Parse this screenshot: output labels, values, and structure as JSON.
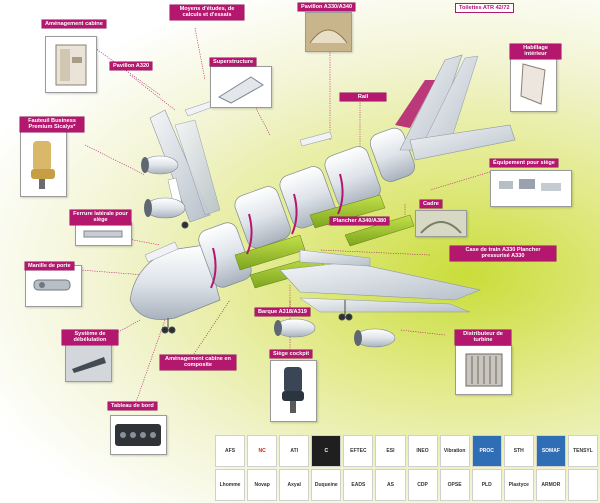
{
  "labels": {
    "amenagement_cabine": "Aménagement cabine",
    "moyens_etudes": "Moyens d'études, de calculs et d'essais",
    "pavillon_a330": "Pavillon A330/A340",
    "toilettes_atr": "Toilettes ATR 42/72",
    "pavillon_a320": "Pavillon A320",
    "superstructure": "Superstructure",
    "habillage": "Habillage intérieur",
    "rail": "Rail",
    "fauteuil": "Fauteuil Business Premium Sicalys*",
    "equipement_siege": "Équipement pour siège",
    "cadre": "Cadre",
    "plancher_a340": "Plancher A340/A380",
    "ferrure": "Ferrure latérale pour siège",
    "case_train": "Case de train A330 Plancher pressurisé A330",
    "manille": "Manille de porte",
    "barque": "Barque A318/A319",
    "distributeur": "Distributeur de turbine",
    "systeme": "Système de débélulation",
    "amenagement_composite": "Aménagement cabine en composite",
    "siege_cockpit": "Siège cockpit",
    "tableau": "Tableau de bord"
  },
  "logos": [
    "AFS",
    "NC",
    "ATI",
    "C",
    "EFTEC",
    "ESI",
    "INEO",
    "Vibration",
    "PROC",
    "STH",
    "SOMAF",
    "TENSYL",
    "Lhomme",
    "Novap",
    "Axyal",
    "Duqueine",
    "EADS",
    "AS",
    "CDP",
    "OPSE",
    "PLD",
    "Plastyce",
    "ARMOR",
    ""
  ],
  "colors": {
    "accent": "#b3176e",
    "fuselage": "#e7ebf0",
    "interior": "#9bc232"
  }
}
